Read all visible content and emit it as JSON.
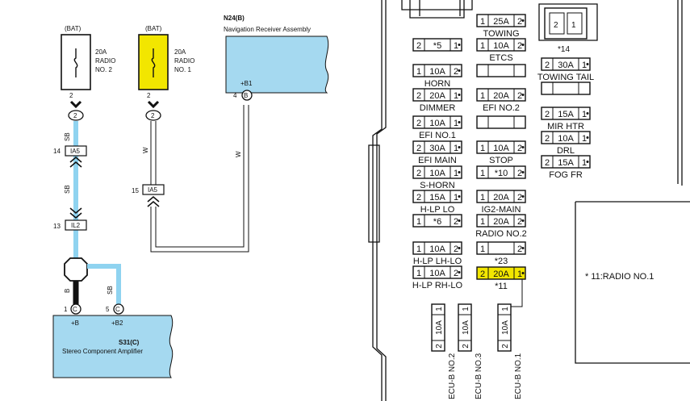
{
  "wiring": {
    "fuse_radio2": {
      "source": "(BAT)",
      "rating": "20A",
      "name_l1": "RADIO",
      "name_l2": "NO. 2",
      "pin": "2",
      "connector": "2"
    },
    "fuse_radio1": {
      "source": "(BAT)",
      "rating": "20A",
      "name_l1": "RADIO",
      "name_l2": "NO. 1",
      "pin": "2",
      "connector": "2",
      "highlight": "#f2e600"
    },
    "nav": {
      "code": "N24(B)",
      "name": "Navigation Receiver Assembly",
      "pin_num": "4",
      "pin": "B",
      "terminal": "+B1"
    },
    "wire_sb": "SB",
    "wire_w": "W",
    "wire_b": "B",
    "wire_color": "#8fd3f0",
    "conn_ia5_top": {
      "num": "14",
      "label": "IA5"
    },
    "conn_ia5_mid": {
      "num": "15",
      "label": "IA5"
    },
    "conn_il2": {
      "num": "13",
      "label": "IL2"
    },
    "amp": {
      "code": "S31(C)",
      "name": "Stereo Component Amplifier",
      "pin1_num": "1",
      "pin1": "C",
      "term1": "+B",
      "pin5_num": "5",
      "pin5": "C",
      "term2": "+B2"
    }
  },
  "fusebox": {
    "fuses_left": [
      {
        "a": "2",
        "b": "*5",
        "c": "1",
        "label": ""
      },
      {
        "a": "1",
        "b": "10A",
        "c": "2",
        "label": "HORN"
      },
      {
        "a": "2",
        "b": "20A",
        "c": "1",
        "label": "DIMMER"
      },
      {
        "a": "2",
        "b": "10A",
        "c": "1",
        "label": "EFI NO.1"
      },
      {
        "a": "2",
        "b": "30A",
        "c": "1",
        "label": "EFI MAIN"
      },
      {
        "a": "2",
        "b": "10A",
        "c": "1",
        "label": "S-HORN"
      },
      {
        "a": "2",
        "b": "15A",
        "c": "1",
        "label": "H-LP LO"
      },
      {
        "a": "1",
        "b": "*6",
        "c": "2",
        "label": ""
      },
      {
        "a": "1",
        "b": "10A",
        "c": "2",
        "label": "H-LP LH-LO"
      },
      {
        "a": "1",
        "b": "10A",
        "c": "2",
        "label": "H-LP RH-LO"
      }
    ],
    "fuses_mid": [
      {
        "a": "1",
        "b": "25A",
        "c": "2",
        "label": "TOWING"
      },
      {
        "a": "1",
        "b": "10A",
        "c": "2",
        "label": "ETCS"
      },
      {
        "a": "",
        "b": "",
        "c": "",
        "label": ""
      },
      {
        "a": "1",
        "b": "20A",
        "c": "2",
        "label": "EFI NO.2"
      },
      {
        "a": "",
        "b": "",
        "c": "",
        "label": ""
      },
      {
        "a": "1",
        "b": "10A",
        "c": "2",
        "label": "STOP"
      },
      {
        "a": "1",
        "b": "*10",
        "c": "2",
        "label": ""
      },
      {
        "a": "1",
        "b": "20A",
        "c": "2",
        "label": "IG2-MAIN"
      },
      {
        "a": "1",
        "b": "20A",
        "c": "2",
        "label": "RADIO NO.2"
      },
      {
        "a": "1",
        "b": "",
        "c": "2",
        "label": "*23"
      },
      {
        "a": "2",
        "b": "20A",
        "c": "1",
        "label": "*11"
      }
    ],
    "fuses_right": [
      {
        "a": "2",
        "b": "30A",
        "c": "1",
        "label": "TOWING TAIL"
      },
      {
        "a": "",
        "b": "",
        "c": "",
        "label": ""
      },
      {
        "a": "2",
        "b": "15A",
        "c": "1",
        "label": "MIR HTR"
      },
      {
        "a": "2",
        "b": "10A",
        "c": "1",
        "label": "DRL"
      },
      {
        "a": "2",
        "b": "15A",
        "c": "1",
        "label": "FOG FR"
      }
    ],
    "relay_pins": {
      "a": "2",
      "b": "1"
    },
    "relay_note": "*14",
    "vertical_fuses": [
      {
        "a": "2",
        "b": "10A",
        "c": "1",
        "label": "ECU-B NO.2"
      },
      {
        "a": "2",
        "b": "10A",
        "c": "1",
        "label": "ECU-B NO.3"
      },
      {
        "a": "2",
        "b": "10A",
        "c": "1",
        "label": "ECU-B NO.1"
      }
    ],
    "note": "* 11:RADIO NO.1",
    "highlight": "#f2e600"
  }
}
